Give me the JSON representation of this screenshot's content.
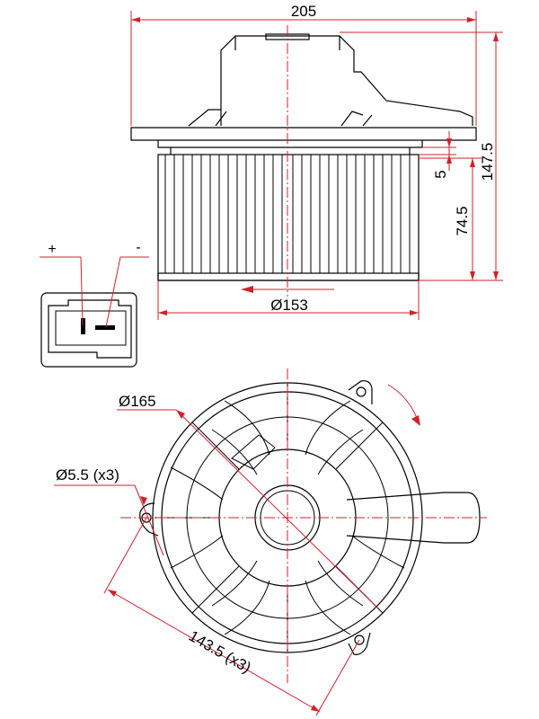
{
  "colors": {
    "outline": "#000000",
    "dimension_line": "#d3202a",
    "background": "#ffffff"
  },
  "dimensions": {
    "overall_width": "205",
    "total_height": "147.5",
    "rim_gap": "5",
    "wheel_height": "74.5",
    "wheel_diameter": "Ø153",
    "housing_diameter": "Ø165",
    "hole_diameter": "Ø5.5 (x3)",
    "bolt_circle": "143.5 (x3)"
  },
  "connector": {
    "plus_label": "+",
    "minus_label": "-"
  }
}
